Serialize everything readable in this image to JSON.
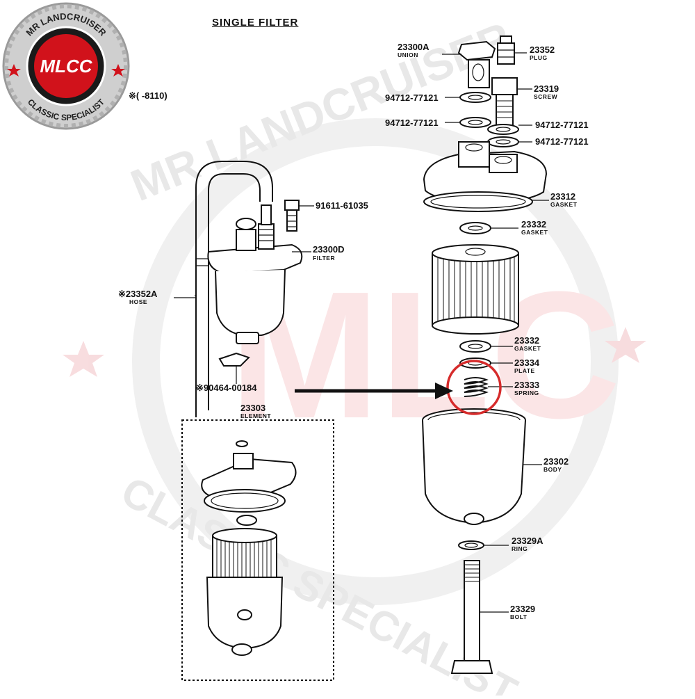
{
  "title": "SINGLE FILTER",
  "logo": {
    "top_text": "MR LANDCRUISER",
    "center_text": "MLCC",
    "bottom_text": "CLASSIC SPECIALIST",
    "ring_color": "#c8c8c8",
    "center_color": "#d1121b"
  },
  "watermark": {
    "top_text": "MR LANDCRUISER",
    "bottom_text": "CLASSIC SPECIALIST"
  },
  "date_note": "※(      -8110)",
  "labels": [
    {
      "id": "union",
      "code": "23300A",
      "name": "UNION"
    },
    {
      "id": "plug",
      "code": "23352",
      "name": "PLUG"
    },
    {
      "id": "screw",
      "code": "23319",
      "name": "SCREW"
    },
    {
      "id": "washer-a",
      "code": "94712-77121",
      "name": ""
    },
    {
      "id": "washer-b",
      "code": "94712-77121",
      "name": ""
    },
    {
      "id": "washer-c",
      "code": "94712-77121",
      "name": ""
    },
    {
      "id": "washer-d",
      "code": "94712-77121",
      "name": ""
    },
    {
      "id": "gasket-top",
      "code": "23312",
      "name": "GASKET"
    },
    {
      "id": "gasket-upper",
      "code": "23332",
      "name": "GASKET"
    },
    {
      "id": "gasket-lower",
      "code": "23332",
      "name": "GASKET"
    },
    {
      "id": "plate",
      "code": "23334",
      "name": "PLATE"
    },
    {
      "id": "spring",
      "code": "23333",
      "name": "SPRING"
    },
    {
      "id": "body",
      "code": "23302",
      "name": "BODY"
    },
    {
      "id": "ring",
      "code": "23329A",
      "name": "RING"
    },
    {
      "id": "bolt",
      "code": "23329",
      "name": "BOLT"
    },
    {
      "id": "bolt-left",
      "code": "91611-61035",
      "name": ""
    },
    {
      "id": "filter",
      "code": "23300D",
      "name": "FILTER"
    },
    {
      "id": "hose",
      "code": "※23352A",
      "name": "HOSE"
    },
    {
      "id": "clip",
      "code": "※90464-00184",
      "name": ""
    },
    {
      "id": "element",
      "code": "23303",
      "name": "ELEMENT"
    }
  ],
  "highlight": {
    "target": "23333 SPRING",
    "color": "#d62b2b"
  },
  "colors": {
    "line": "#111111",
    "highlight": "#d62b2b"
  }
}
